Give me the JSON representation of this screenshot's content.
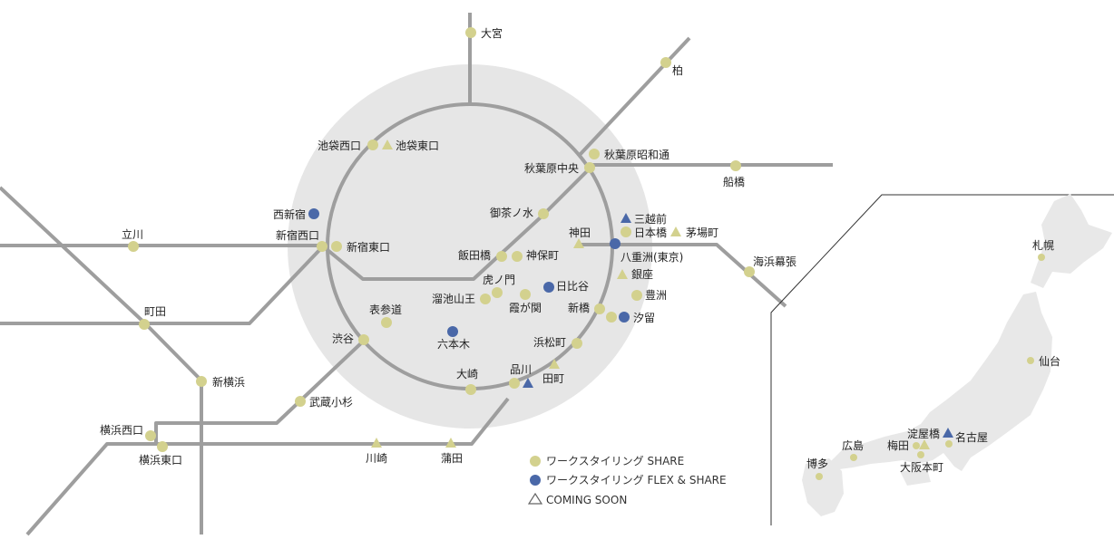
{
  "colors": {
    "share": "#d3d18e",
    "flex": "#4a68a8",
    "line": "#9e9e9e",
    "circle": "#e6e6e6",
    "japan": "#e8e8e8"
  },
  "icons": {
    "share": "circle-marker-icon",
    "flex": "blue-circle-marker-icon",
    "soon": "triangle-marker-icon"
  },
  "legend": {
    "share": "ワークスタイリング SHARE",
    "flex": "ワークスタイリング FLEX & SHARE",
    "soon": "COMING SOON"
  },
  "stations": {
    "omiya": "大宮",
    "kashiwa": "柏",
    "funabashi": "船橋",
    "kaihin": "海浜幕張",
    "akihabara_showa": "秋葉原昭和通",
    "akihabara_chuo": "秋葉原中央",
    "ikebukuro_w": "池袋西口",
    "ikebukuro_e": "池袋東口",
    "nishishinjuku": "西新宿",
    "shinjuku_w": "新宿西口",
    "shinjuku_e": "新宿東口",
    "tachikawa": "立川",
    "machida": "町田",
    "shinyokohama": "新横浜",
    "ochanomizu": "御茶ノ水",
    "mitsukoshimae": "三越前",
    "nihonbashi": "日本橋",
    "kayabacho": "茅場町",
    "kanda": "神田",
    "iidabashi": "飯田橋",
    "jimbocho": "神保町",
    "yaesu": "八重洲(東京)",
    "ginza": "銀座",
    "toranomon": "虎ノ門",
    "tameike": "溜池山王",
    "hibiya": "日比谷",
    "kasumigaseki": "霞が関",
    "toyosu": "豊洲",
    "shimbashi": "新橋",
    "shiodome": "汐留",
    "omotesando": "表参道",
    "roppongi": "六本木",
    "shibuya": "渋谷",
    "hamamatsucho": "浜松町",
    "shinagawa": "品川",
    "tamachi": "田町",
    "osaki": "大崎",
    "musashikosugi": "武蔵小杉",
    "yokohama_w": "横浜西口",
    "yokohama_e": "横浜東口",
    "kawasaki": "川崎",
    "kamata": "蒲田"
  },
  "regional": {
    "sapporo": "札幌",
    "sendai": "仙台",
    "yodoyabashi": "淀屋橋",
    "nagoya": "名古屋",
    "umeda": "梅田",
    "osakahonmachi": "大阪本町",
    "hiroshima": "広島",
    "hakata": "博多"
  }
}
